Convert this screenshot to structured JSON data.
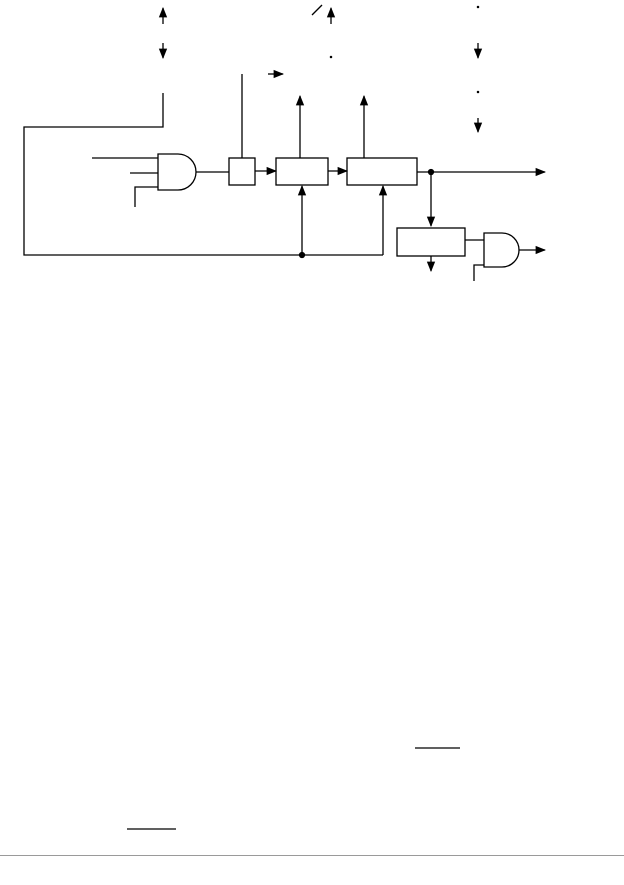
{
  "colors": {
    "line": "#000000",
    "background": "#ffffff",
    "footer_rule": "#9a9a9a"
  },
  "components": [
    {
      "name": "and-gate-input",
      "kind": "and-gate"
    },
    {
      "name": "small-block",
      "kind": "block"
    },
    {
      "name": "middle-block",
      "kind": "block"
    },
    {
      "name": "right-block",
      "kind": "block"
    },
    {
      "name": "lower-block",
      "kind": "block"
    },
    {
      "name": "and-gate-output",
      "kind": "and-gate"
    }
  ],
  "labels": []
}
